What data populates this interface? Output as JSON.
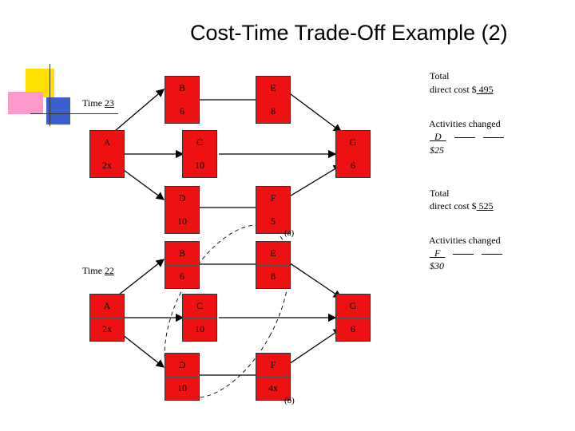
{
  "title": "Cost-Time Trade-Off Example (2)",
  "colors": {
    "node_fill": "#ee1111",
    "deco_yellow": "#ffe000",
    "deco_pink": "#ff99cc",
    "deco_blue": "#3a5fcf"
  },
  "network_a": {
    "time_label": "Time",
    "time_value": "23",
    "caption": "(a)",
    "nodes": [
      {
        "name": "B",
        "duration": "6"
      },
      {
        "name": "E",
        "duration": "8"
      },
      {
        "name": "A",
        "duration": "2x"
      },
      {
        "name": "C",
        "duration": "10"
      },
      {
        "name": "G",
        "duration": "6"
      },
      {
        "name": "D",
        "duration": "10"
      },
      {
        "name": "F",
        "duration": "5"
      }
    ]
  },
  "network_b": {
    "time_label": "Time",
    "time_value": "22",
    "caption": "(b)",
    "nodes": [
      {
        "name": "B",
        "duration": "6"
      },
      {
        "name": "E",
        "duration": "8"
      },
      {
        "name": "A",
        "duration": "2x"
      },
      {
        "name": "C",
        "duration": "10"
      },
      {
        "name": "G",
        "duration": "6"
      },
      {
        "name": "D",
        "duration": "10"
      },
      {
        "name": "F",
        "duration": "4x"
      }
    ]
  },
  "panel_a": {
    "total_line1": "Total",
    "total_line2_prefix": "direct cost $",
    "total_value": " 495",
    "activities_label": "Activities changed",
    "activity": "D",
    "cost": "$25"
  },
  "panel_b": {
    "total_line1": "Total",
    "total_line2_prefix": "direct cost $",
    "total_value": " 525",
    "activities_label": "Activities changed",
    "activity": "F",
    "cost": "$30"
  }
}
